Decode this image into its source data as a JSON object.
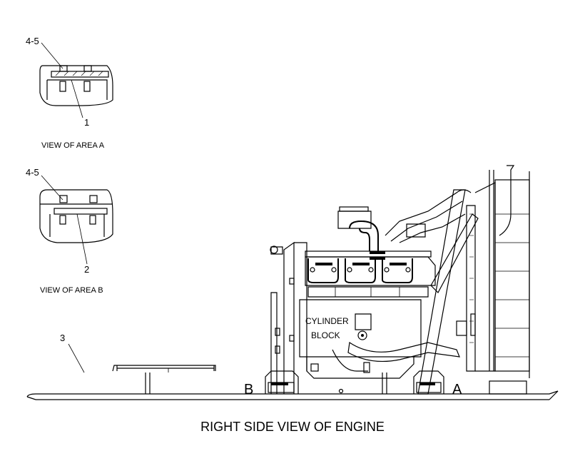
{
  "labels": {
    "callout_4_5_a": "4-5",
    "callout_1": "1",
    "view_area_a": "VIEW OF AREA  A",
    "callout_4_5_b": "4-5",
    "callout_2": "2",
    "view_area_b": "VIEW OF AREA  B",
    "callout_3": "3",
    "cylinder": "CYLINDER",
    "block": "BLOCK",
    "marker_b": "B",
    "marker_a": "A",
    "caption": "RIGHT SIDE VIEW OF ENGINE"
  }
}
